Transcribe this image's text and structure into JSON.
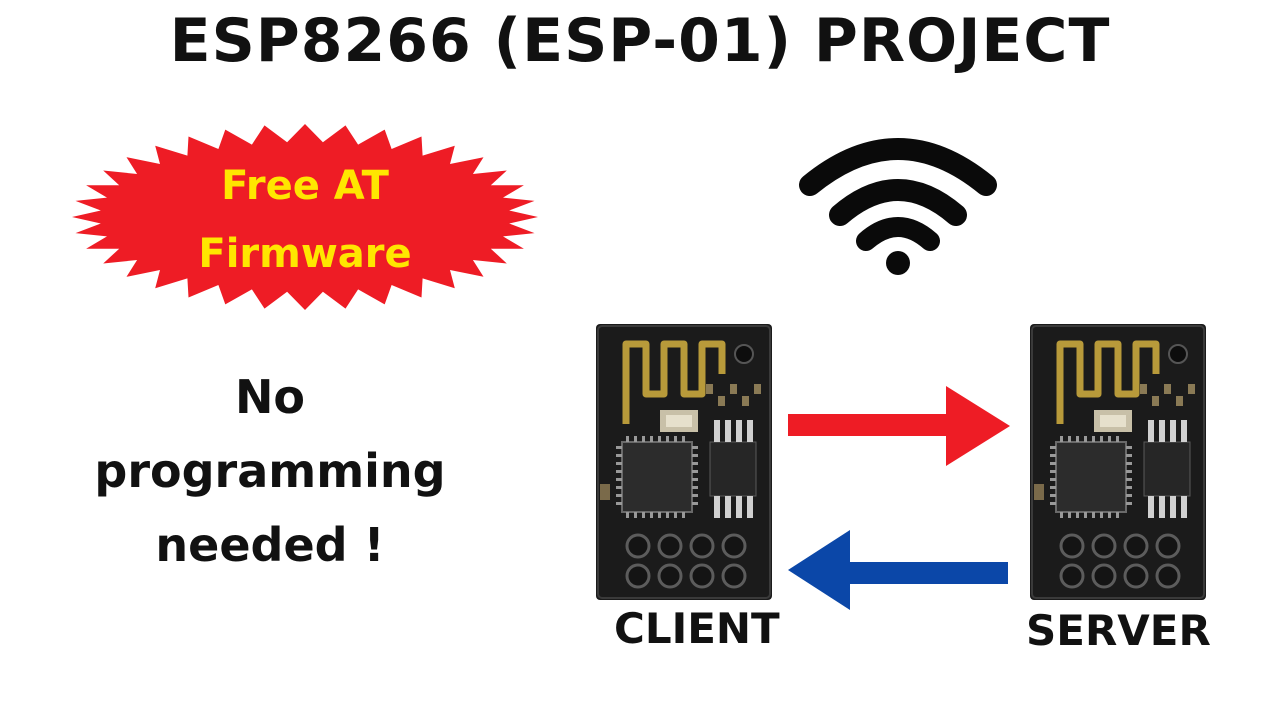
{
  "title": "ESP8266 (ESP-01) PROJECT",
  "badge": {
    "line1": "Free AT",
    "line2": "Firmware",
    "color": "#ee1c25",
    "text_color": "#ffe600"
  },
  "note": {
    "line1": "No",
    "line2": "programming",
    "line3": "needed !"
  },
  "modules": {
    "client_label": "CLIENT",
    "server_label": "SERVER"
  },
  "icons": {
    "wifi": "wifi-icon",
    "arrow_right": "arrow-right-icon",
    "arrow_left": "arrow-left-icon"
  },
  "colors": {
    "arrow_right": "#ee1c25",
    "arrow_left": "#0b47a8",
    "pcb": "#1a1a1a"
  }
}
